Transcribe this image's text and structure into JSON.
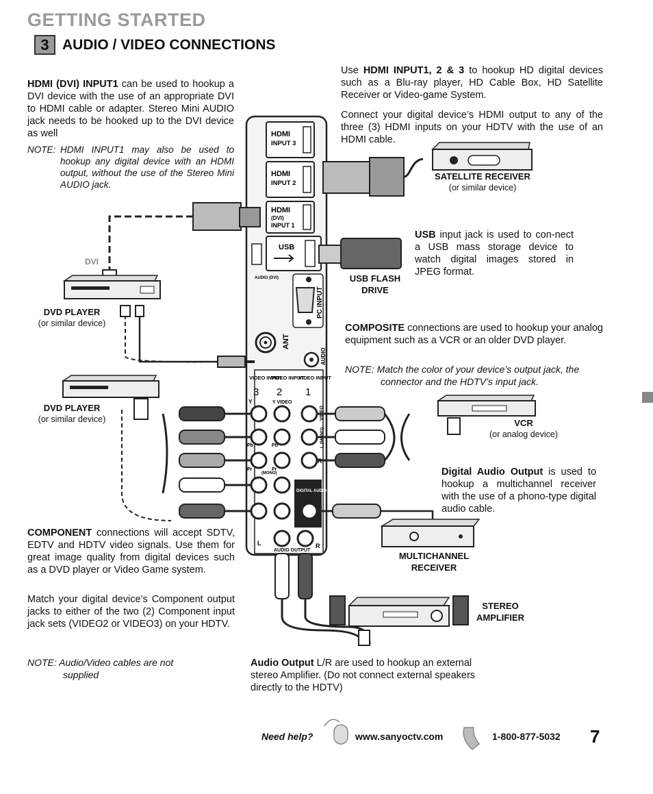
{
  "header": {
    "section": "GETTING STARTED",
    "step": "3",
    "title": "AUDIO / VIDEO CONNECTIONS"
  },
  "hdmi_dvi": {
    "bold": "HDMI (DVI) INPUT1",
    "text": " can be used to hookup a DVI device with the use of an appropriate DVI to HDMI cable or adapter. Stereo Mini AUDIO jack needs to be hooked up to the DVI device as well",
    "note_label": "NOTE",
    "note_text": "HDMI INPUT1 may also be used to hookup any digital device with an HDMI output, without the use of the Stereo Mini AUDIO jack."
  },
  "hdmi_inputs": {
    "p1_pre": "Use ",
    "p1_bold": "HDMI INPUT1, 2 & 3",
    "p1_post": " to hookup HD digital devices such as a Blu-ray player, HD Cable Box, HD Satellite Receiver or Video-game System.",
    "p2": "Connect your digital device’s HDMI output to any of the three (3) HDMI inputs on your HDTV with the use of an HDMI cable."
  },
  "usb": {
    "bold": "USB",
    "text": " input jack is used to con-nect a USB mass storage device to watch digital images stored in JPEG format."
  },
  "composite": {
    "bold": "COMPOSITE",
    "text": " connections are used to hookup your analog equipment such as a VCR or an older DVD player.",
    "note_label": "NOTE",
    "note_text": "Match the color of your device’s output jack, the connector and the HDTV’s input jack."
  },
  "digital_audio": {
    "bold": "Digital Audio Output",
    "text": " is used to hookup a multichannel receiver with the use of a phono-type digital audio cable."
  },
  "component": {
    "bold": "COMPONENT",
    "text": " connections will accept SDTV, EDTV and HDTV video signals. Use them for great image quality from digital devices such as a DVD player or Video Game system.",
    "p2": "Match your digital device’s Component output jacks to either of the two (2) Component input jack sets (VIDEO2 or VIDEO3) on your HDTV.",
    "note_label": "NOTE",
    "note_text": "Audio/Video cables are not supplied"
  },
  "audio_output": {
    "bold": "Audio Output",
    "text": " L/R are used to hookup an external stereo Amplifier. (Do not connect external speakers directly to the HDTV)"
  },
  "devices": {
    "satellite": {
      "label": "SATELLITE RECEIVER",
      "sub": "(or similar device)"
    },
    "usb_drive": {
      "label1": "USB FLASH",
      "label2": "DRIVE"
    },
    "dvd1": {
      "label": "DVD PLAYER",
      "sub": "(or similar device)"
    },
    "dvd2": {
      "label": "DVD PLAYER",
      "sub": "(or similar device)"
    },
    "dvi_tag": "DVI",
    "vcr": {
      "label": "VCR",
      "sub": "(or analog device)"
    },
    "multichannel": {
      "label1": "MULTICHANNEL",
      "label2": "RECEIVER"
    },
    "stereo": {
      "label1": "STEREO",
      "label2": "AMPLIFIER"
    }
  },
  "panel": {
    "hdmi": "HDMI",
    "input3": "INPUT 3",
    "input2": "INPUT 2",
    "dvi": "(DVI)",
    "input1": "INPUT 1",
    "usb": "USB",
    "audio_dvi": "AUDIO (DVI)",
    "pc_input": "PC INPUT",
    "ant": "ANT",
    "audio": "AUDIO",
    "video_input": "VIDEO INPUT",
    "n3": "3",
    "n2": "2",
    "n1": "1",
    "y": "Y",
    "yvideo": "Y VIDEO",
    "pb": "Pb",
    "pr": "Pr",
    "video": "VIDEO",
    "l_mono": "L (MONO)",
    "l": "L",
    "r": "R",
    "mono": "(MONO)",
    "digital_audio_output": "DIGITAL AUDIO OUTPUT",
    "audio_output": "AUDIO OUTPUT"
  },
  "footer": {
    "help": "Need help?",
    "website": "www.sanyoctv.com",
    "phone": "1-800-877-5032",
    "page": "7"
  }
}
